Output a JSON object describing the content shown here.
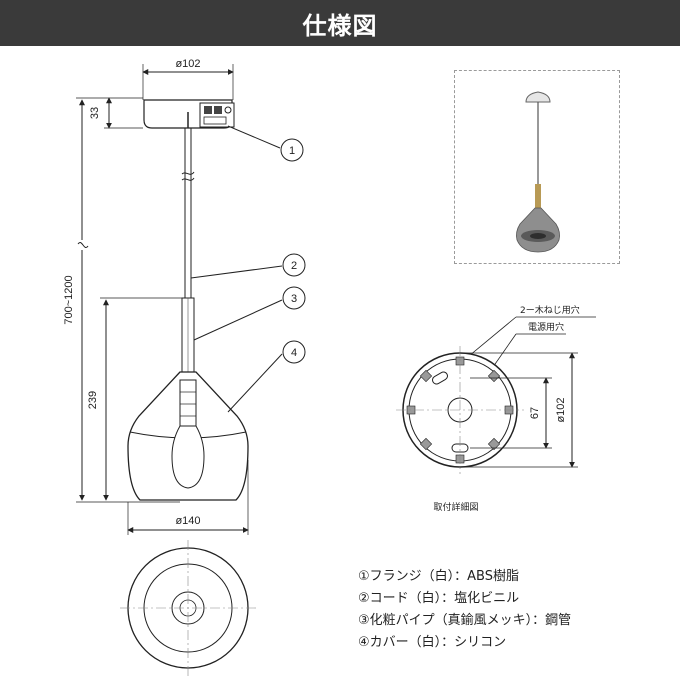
{
  "header": {
    "title": "仕様図"
  },
  "side_view": {
    "dim_top_width": "ø102",
    "dim_flange_height": "33",
    "dim_total_length": "700~1200",
    "dim_shade_height": "239",
    "dim_shade_width": "ø140"
  },
  "callouts": [
    "1",
    "2",
    "3",
    "4"
  ],
  "mounting_view": {
    "label_screw_holes": "2ー木ねじ用穴",
    "label_power_hole": "電源用穴",
    "dim_inner": "67",
    "dim_outer": "ø102",
    "caption": "取付詳細図"
  },
  "legend": [
    "①フランジ（白）：ABS樹脂",
    "②コード（白）：塩化ビニル",
    "③化粧パイプ（真鍮風メッキ）：鋼管",
    "④カバー（白）：シリコン"
  ]
}
